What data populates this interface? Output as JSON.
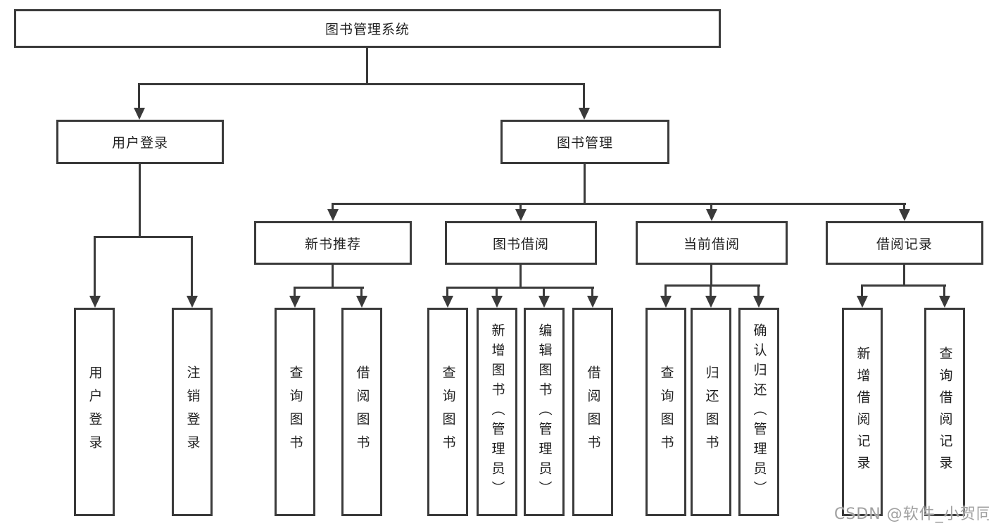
{
  "diagram": {
    "type": "tree",
    "title": "图书管理系统",
    "colors": {
      "border": "#3a3a3a",
      "line": "#3a3a3a",
      "text": "#1f1f1f",
      "background": "#ffffff",
      "watermark": "#a0a0a0"
    },
    "nodes": {
      "root": {
        "label": "图书管理系统",
        "level": 1
      },
      "user_login": {
        "label": "用户登录",
        "level": 2
      },
      "book_mgmt": {
        "label": "图书管理",
        "level": 2
      },
      "new_book_rec": {
        "label": "新书推荐",
        "level": 3
      },
      "book_borrow": {
        "label": "图书借阅",
        "level": 3
      },
      "current_borrow": {
        "label": "当前借阅",
        "level": 3
      },
      "borrow_records": {
        "label": "借阅记录",
        "level": 3
      },
      "leaf_user_login": {
        "label": "用户登录",
        "level": 4
      },
      "leaf_logout": {
        "label": "注销登录",
        "level": 4
      },
      "rec_query_books": {
        "label": "查询图书",
        "level": 4
      },
      "rec_borrow_books": {
        "label": "借阅图书",
        "level": 4
      },
      "bor_query_books": {
        "label": "查询图书",
        "level": 4
      },
      "bor_add_books": {
        "label": "新增图书（管理员）",
        "level": 4
      },
      "bor_edit_books": {
        "label": "编辑图书（管理员）",
        "level": 4
      },
      "bor_borrow_books": {
        "label": "借阅图书",
        "level": 4
      },
      "cur_query_books": {
        "label": "查询图书",
        "level": 4
      },
      "cur_return_books": {
        "label": "归还图书",
        "level": 4
      },
      "cur_confirm_return": {
        "label": "确认归还（管理员）",
        "level": 4
      },
      "recs_add_record": {
        "label": "新增借阅记录",
        "level": 4
      },
      "recs_query_record": {
        "label": "查询借阅记录",
        "level": 4
      }
    },
    "hierarchy": {
      "root": [
        "user_login",
        "book_mgmt"
      ],
      "user_login": [
        "leaf_user_login",
        "leaf_logout"
      ],
      "book_mgmt": [
        "new_book_rec",
        "book_borrow",
        "current_borrow",
        "borrow_records"
      ],
      "new_book_rec": [
        "rec_query_books",
        "rec_borrow_books"
      ],
      "book_borrow": [
        "bor_query_books",
        "bor_add_books",
        "bor_edit_books",
        "bor_borrow_books"
      ],
      "current_borrow": [
        "cur_query_books",
        "cur_return_books",
        "cur_confirm_return"
      ],
      "borrow_records": [
        "recs_add_record",
        "recs_query_record"
      ]
    },
    "watermark": "CSDN @软件_小贺同学"
  }
}
